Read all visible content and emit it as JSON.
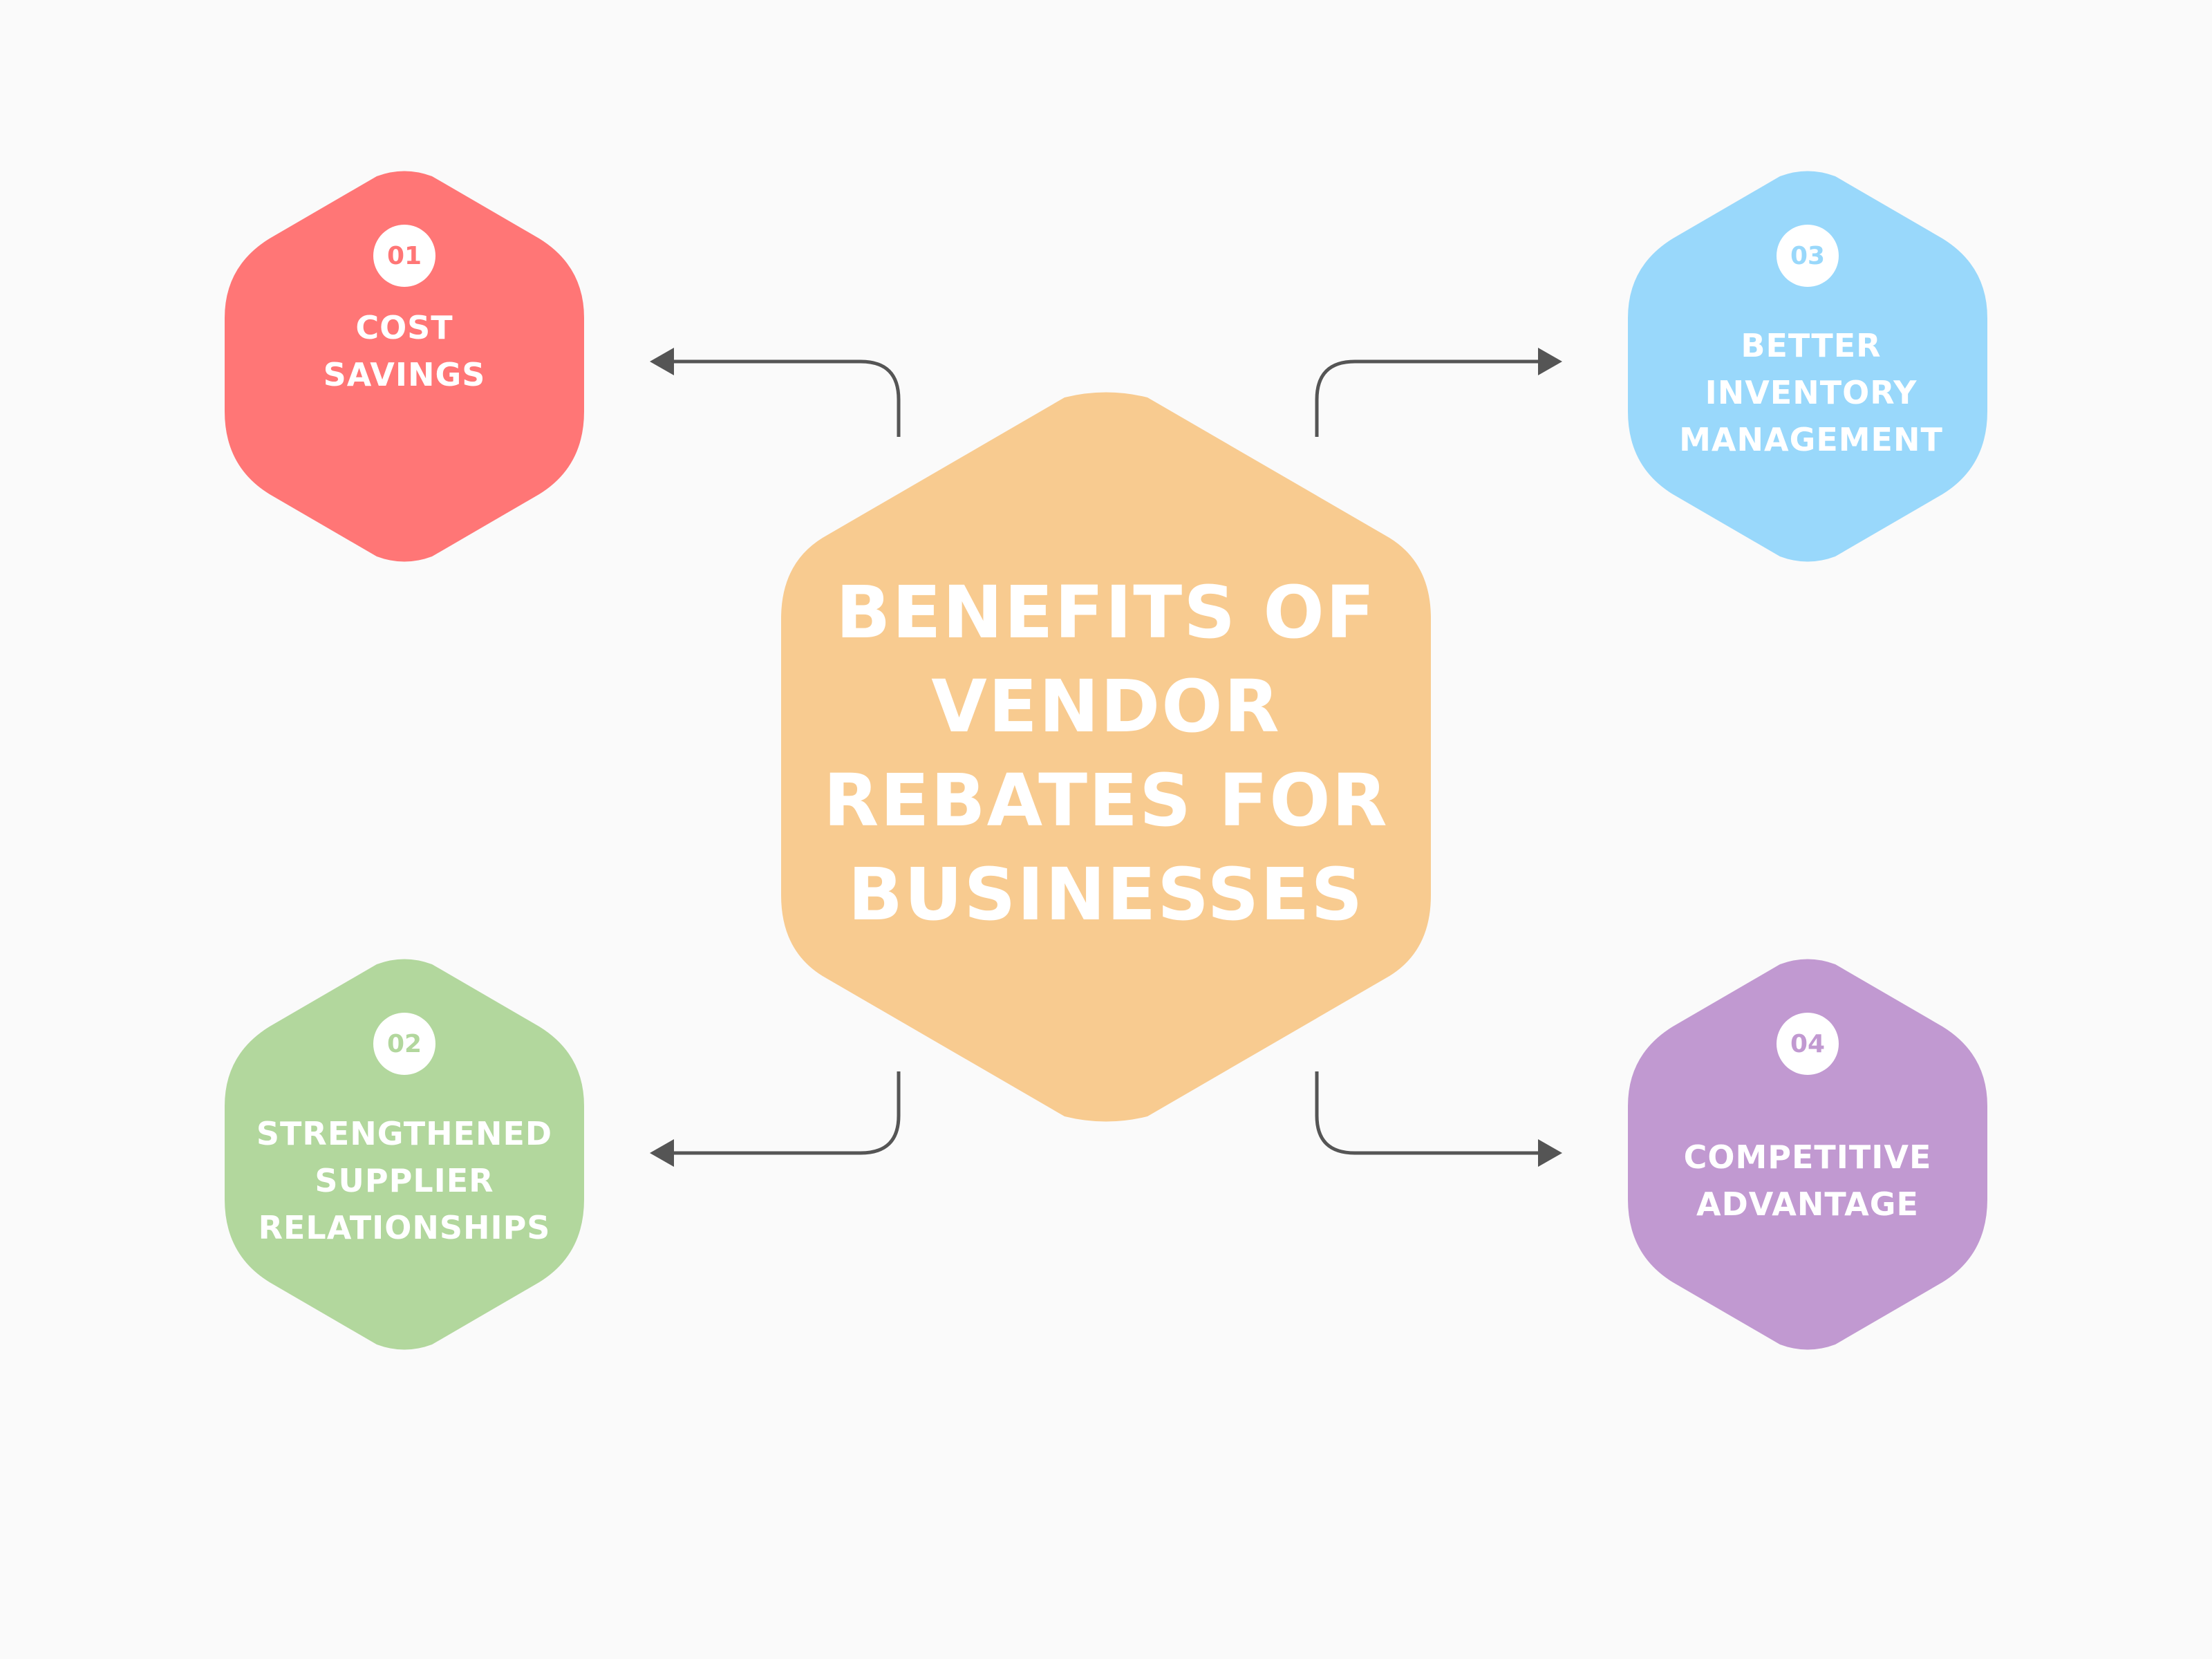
{
  "diagram": {
    "center": {
      "lines": [
        "BENEFITS OF",
        "VENDOR",
        "REBATES FOR",
        "BUSINESSES"
      ],
      "color": "#f8cb90"
    },
    "items": [
      {
        "number": "01",
        "lines": [
          "COST",
          "SAVINGS"
        ],
        "color": "#ff7676"
      },
      {
        "number": "02",
        "lines": [
          "STRENGTHENED",
          "SUPPLIER",
          "RELATIONSHIPS"
        ],
        "color": "#b2d79d"
      },
      {
        "number": "03",
        "lines": [
          "BETTER",
          "INVENTORY",
          "MANAGEMENT"
        ],
        "color": "#99d8fb"
      },
      {
        "number": "04",
        "lines": [
          "COMPETITIVE",
          "ADVANTAGE"
        ],
        "color": "#c199d1"
      }
    ],
    "connector_color": "#555555",
    "background": "#fafafa"
  }
}
